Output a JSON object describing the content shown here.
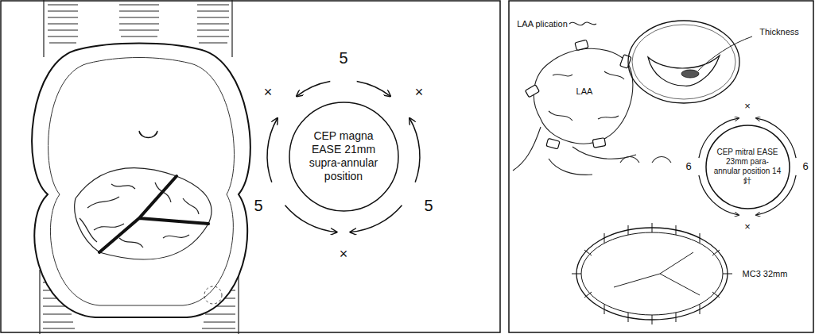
{
  "diagram": {
    "nodes": [
      {
        "text": [
          "CEP magna EASE 21mm supra-annular position"
        ]
      },
      {
        "text": [
          "CEP mitral EASE 23mm para-annular position 14針"
        ]
      }
    ],
    "labels": [
      "5",
      "×",
      "×",
      "5",
      "5",
      "×",
      "LAA plication",
      "LAA",
      "Thickness",
      "×",
      "6",
      "6",
      "×",
      "MC3 32mm"
    ]
  }
}
